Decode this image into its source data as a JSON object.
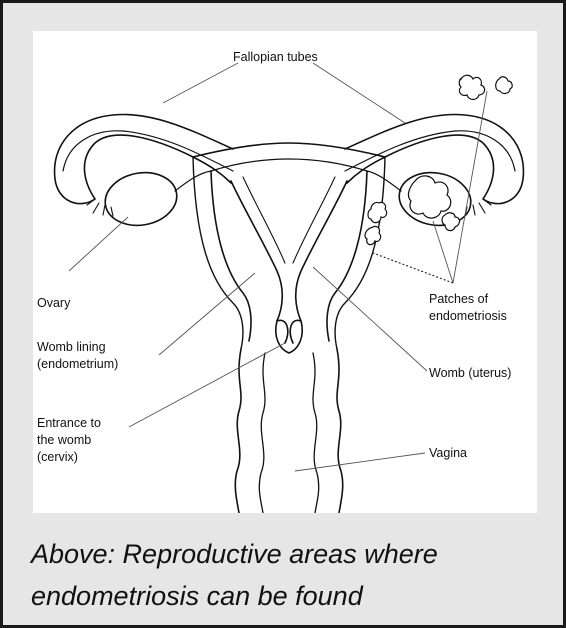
{
  "diagram": {
    "labels": {
      "fallopian_tubes": "Fallopian tubes",
      "ovary": "Ovary",
      "womb_lining_1": "Womb lining",
      "womb_lining_2": "(endometrium)",
      "entrance_1": "Entrance to",
      "entrance_2": "the womb",
      "entrance_3": "(cervix)",
      "patches_1": "Patches of",
      "patches_2": "endometriosis",
      "womb_uterus": "Womb (uterus)",
      "vagina": "Vagina"
    }
  },
  "caption": {
    "line1": "Above: Reproductive areas where",
    "line2": "endometriosis can be found"
  }
}
